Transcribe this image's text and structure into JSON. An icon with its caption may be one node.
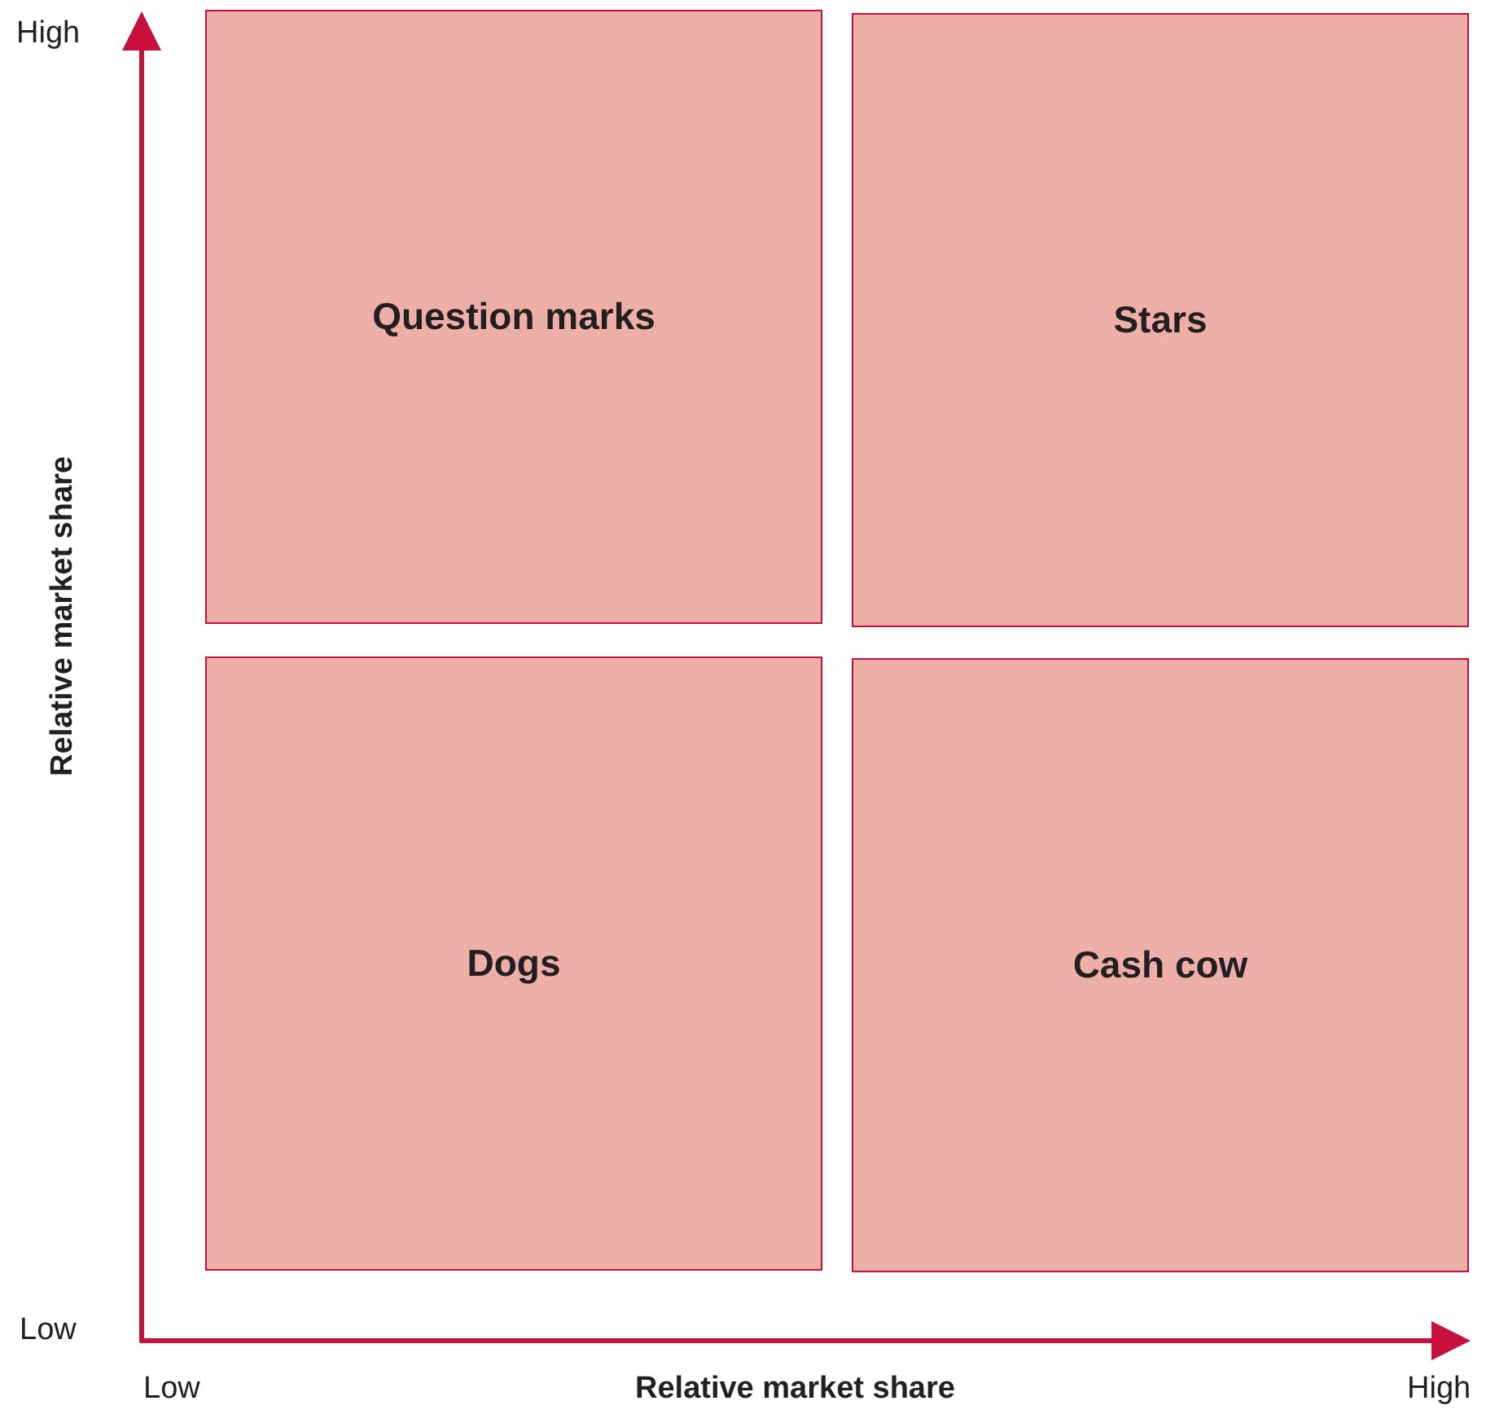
{
  "diagram": {
    "nodes": [
      {
        "text": [
          "Question marks"
        ]
      },
      {
        "text": [
          "Stars"
        ]
      },
      {
        "text": [
          "Dogs"
        ]
      },
      {
        "text": [
          "Cash cow"
        ]
      }
    ],
    "labels": [
      "High",
      "Relative market share",
      "Low",
      "Low",
      "Relative market share",
      "High"
    ]
  }
}
